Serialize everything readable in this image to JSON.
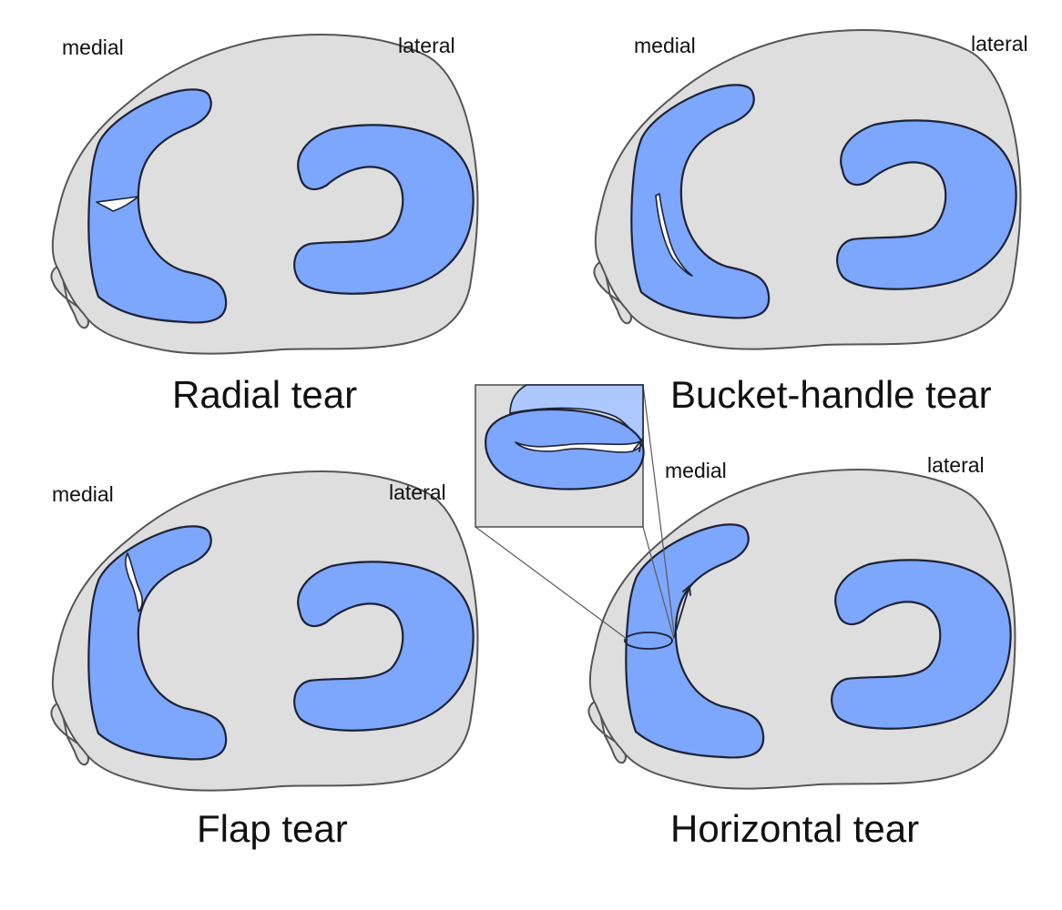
{
  "panels": [
    {
      "id": "radial",
      "title": "Radial tear",
      "medial": "medial",
      "lateral": "lateral"
    },
    {
      "id": "bucket",
      "title": "Bucket-handle tear",
      "medial": "medial",
      "lateral": "lateral"
    },
    {
      "id": "flap",
      "title": "Flap tear",
      "medial": "medial",
      "lateral": "lateral"
    },
    {
      "id": "horizontal",
      "title": "Horizontal tear",
      "medial": "medial",
      "lateral": "lateral"
    }
  ],
  "colors": {
    "plateau": "#dedede",
    "meniscus": "#7da6fd",
    "outline": "#1d2336"
  }
}
